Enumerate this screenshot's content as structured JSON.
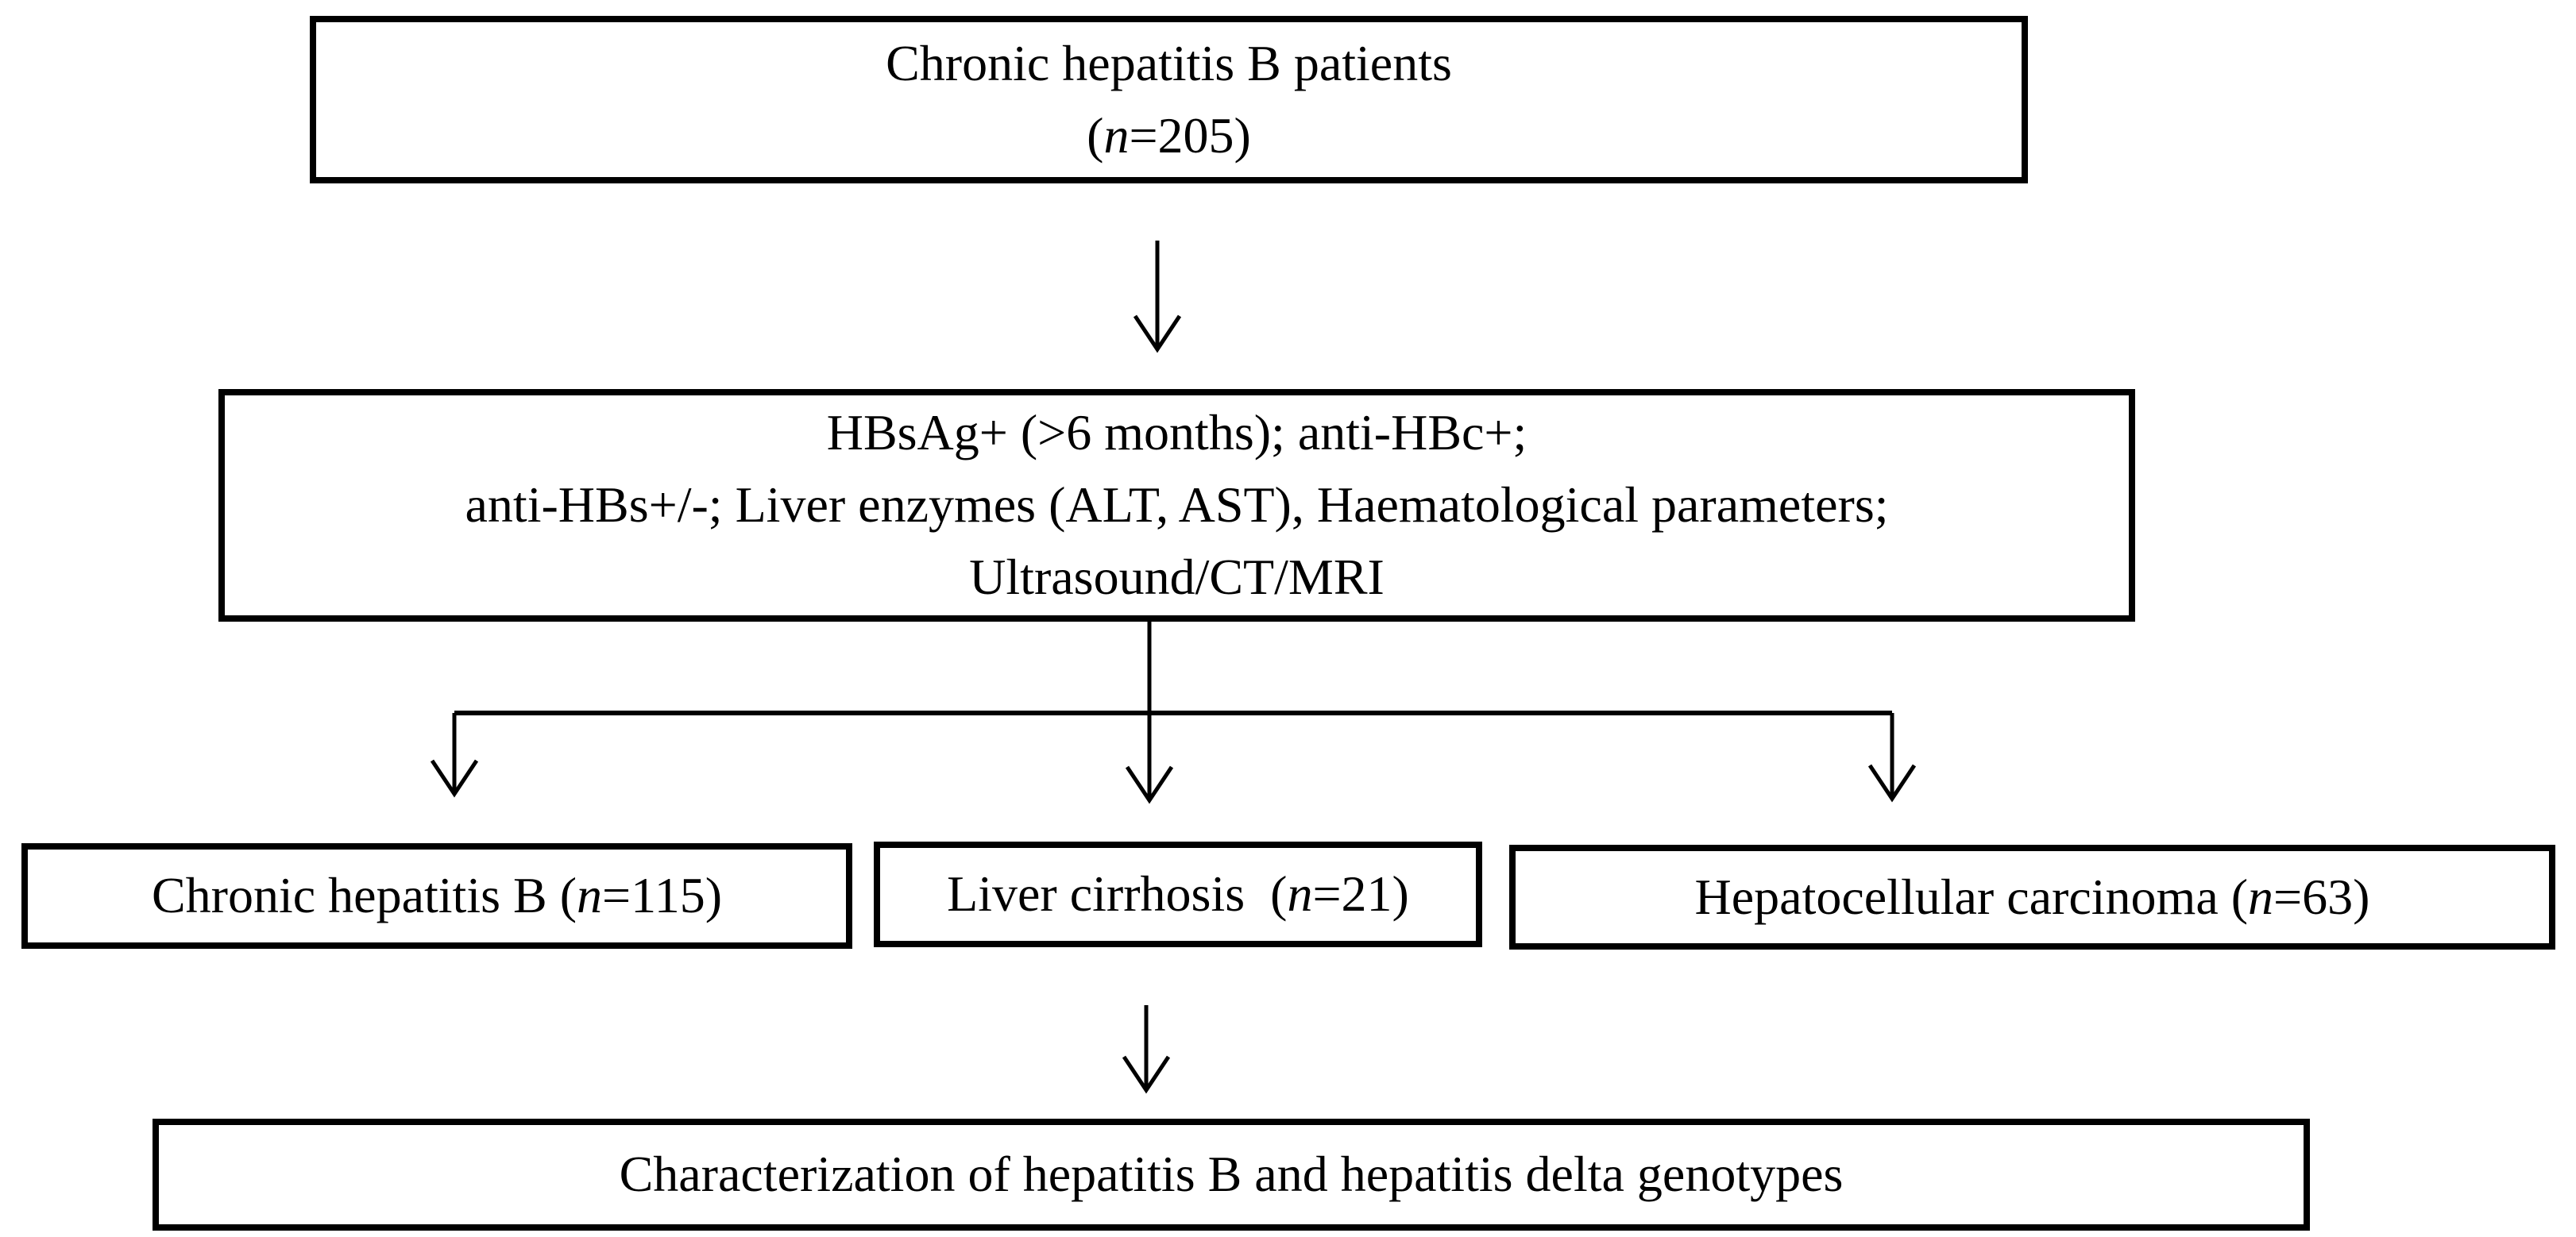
{
  "colors": {
    "background": "#ffffff",
    "line": "#000000",
    "text": "#000000"
  },
  "boxes": {
    "patients": {
      "line1": "Chronic hepatitis B patients",
      "count_prefix": "(",
      "count_n": "n",
      "count_suffix": "=205)"
    },
    "criteria": {
      "line1": "HBsAg+ (>6 months); anti-HBc+;",
      "line2": "anti-HBs+/-; Liver enzymes (ALT, AST), Haematological parameters;",
      "line3": "Ultrasound/CT/MRI"
    },
    "chb": {
      "label_prefix": "Chronic hepatitis B (",
      "count_n": "n",
      "label_suffix": "=115)"
    },
    "cirrhosis": {
      "label_prefix": "Liver cirrhosis  (",
      "count_n": "n",
      "label_suffix": "=21)"
    },
    "hcc": {
      "label_prefix": "Hepatocellular carcinoma (",
      "count_n": "n",
      "label_suffix": "=63)"
    },
    "outcome": {
      "label": "Characterization of hepatitis B and hepatitis delta genotypes"
    }
  }
}
